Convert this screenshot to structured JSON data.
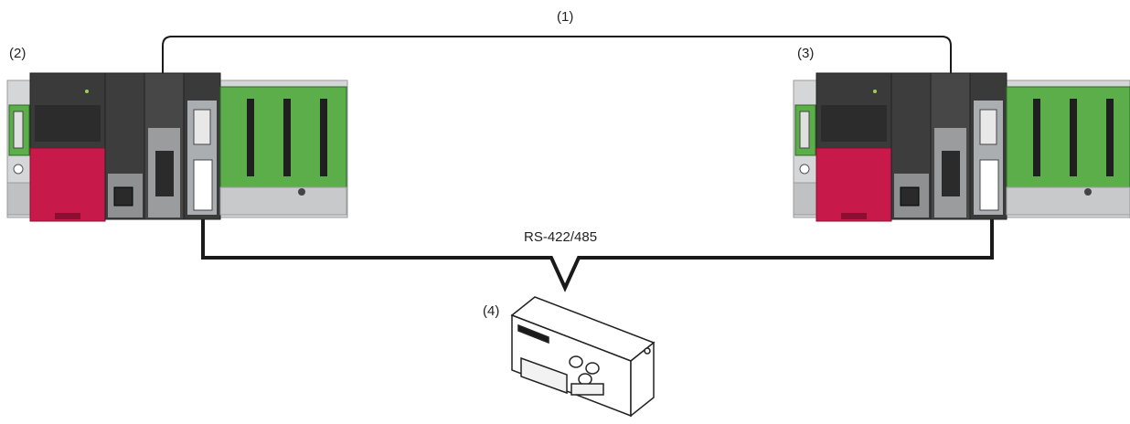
{
  "labels": {
    "link_top": "(1)",
    "plc_left": "(2)",
    "plc_right": "(3)",
    "device": "(4)",
    "bus": "RS-422/485"
  },
  "colors": {
    "module_dark": "#3a3a3a",
    "module_red": "#c8194b",
    "board_green": "#5cae4a",
    "base_gray": "#c7c9ca",
    "cable": "#1a1a1a"
  }
}
